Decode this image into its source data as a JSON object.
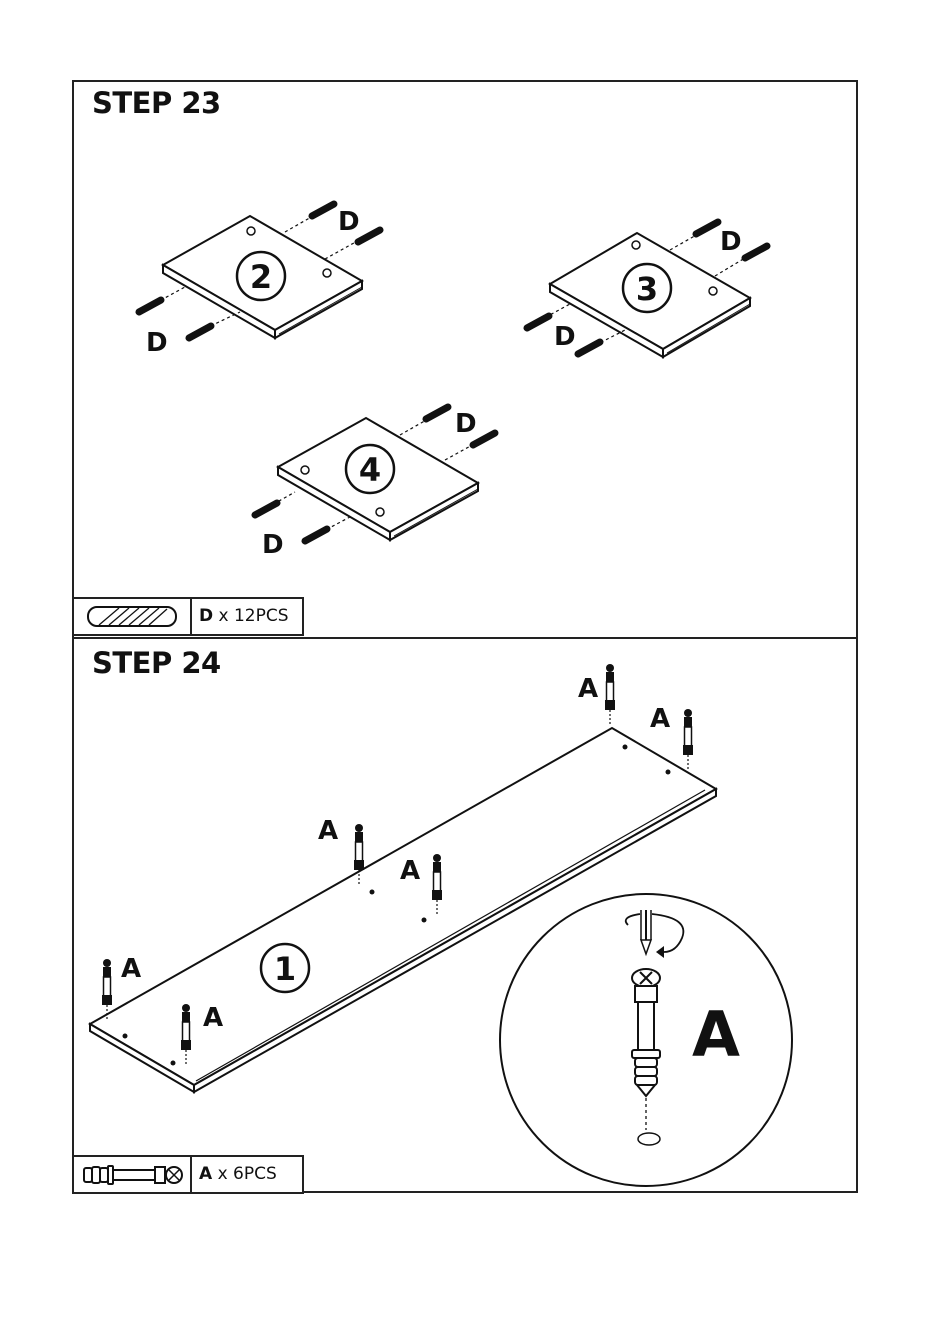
{
  "step23": {
    "title": "STEP 23",
    "panels": [
      "2",
      "3",
      "4"
    ],
    "part_letter": "D",
    "part": {
      "letter": "D",
      "quantity_text": "x 12PCS",
      "icon": "wooden-dowel-icon"
    }
  },
  "step24": {
    "title": "STEP 24",
    "panel": "1",
    "part_letter": "A",
    "detail_letter": "A",
    "part": {
      "letter": "A",
      "quantity_text": "x 6PCS",
      "icon": "cam-bolt-icon"
    }
  }
}
